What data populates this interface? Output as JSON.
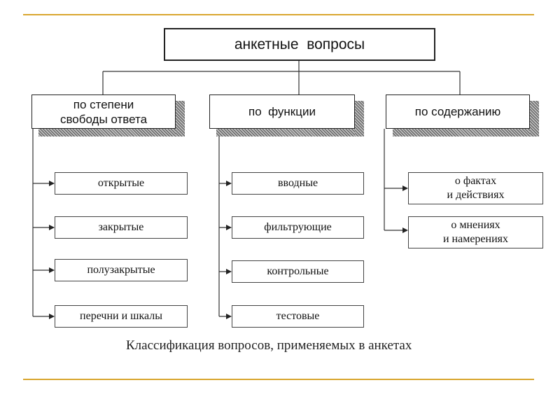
{
  "root": {
    "label": "анкетные  вопросы"
  },
  "categories": [
    {
      "label_lines": [
        "по степени",
        "свободы ответа"
      ],
      "items": [
        {
          "lines": [
            "открытые"
          ]
        },
        {
          "lines": [
            "закрытые"
          ]
        },
        {
          "lines": [
            "полузакрытые"
          ]
        },
        {
          "lines": [
            "перечни и шкалы"
          ]
        }
      ]
    },
    {
      "label_lines": [
        "по  функции"
      ],
      "items": [
        {
          "lines": [
            "вводные"
          ]
        },
        {
          "lines": [
            "фильтрующие"
          ]
        },
        {
          "lines": [
            "контрольные"
          ]
        },
        {
          "lines": [
            "тестовые"
          ]
        }
      ]
    },
    {
      "label_lines": [
        "по содержанию"
      ],
      "items": [
        {
          "lines": [
            "о фактах",
            "и действиях"
          ]
        },
        {
          "lines": [
            "о мнениях",
            "и намерениях"
          ]
        }
      ]
    }
  ],
  "caption": "Классификация вопросов, применяемых в анкетах",
  "colors": {
    "rule": "#d9a62e",
    "line": "#333333",
    "shadow": "#9a9a9a"
  }
}
